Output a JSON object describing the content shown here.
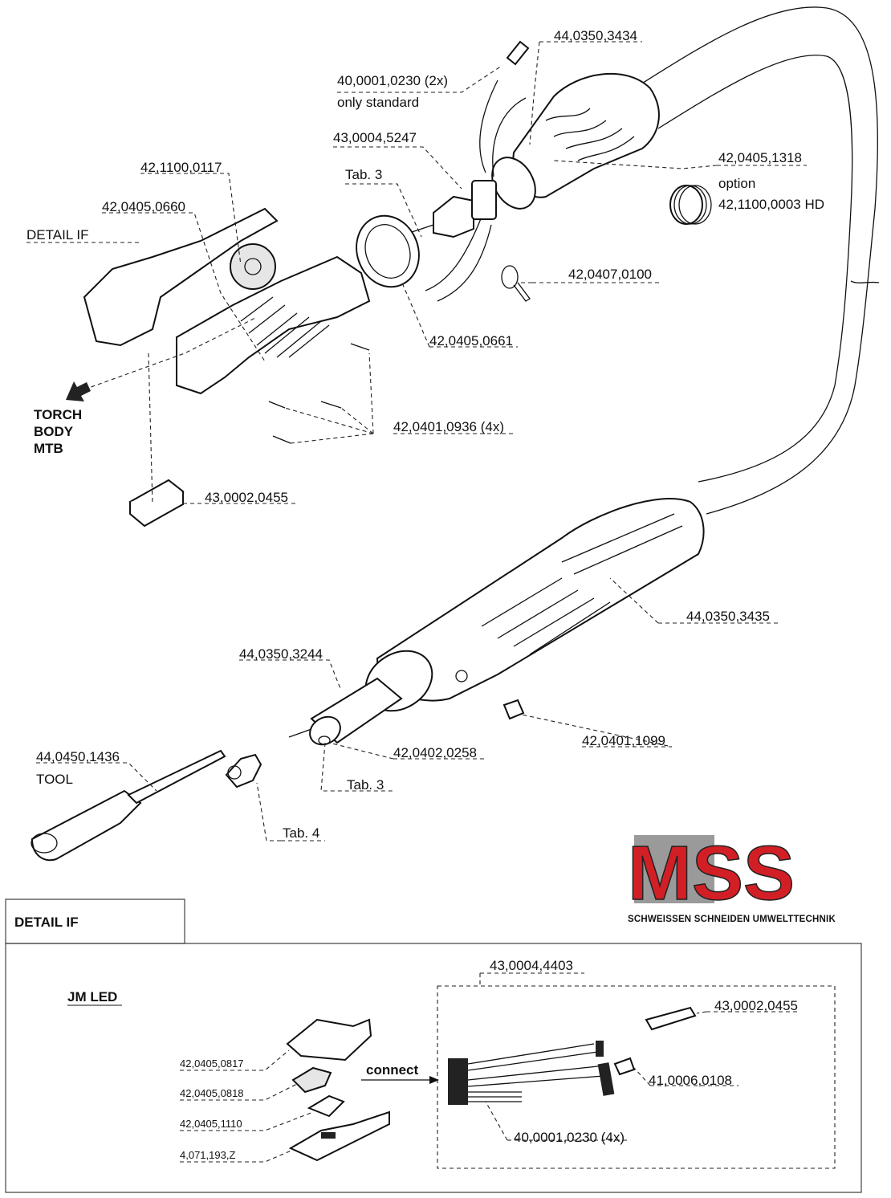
{
  "parts": {
    "p_44_0350_3434": "44,0350,3434",
    "p_40_0001_0230_2x": "40,0001,0230 (2x)",
    "only_standard": "only standard",
    "p_43_0004_5247": "43,0004,5247",
    "tab3_top": "Tab. 3",
    "p_42_1100_0117": "42,1100,0117",
    "p_42_0405_0660": "42,0405,0660",
    "detail_if_ref": "DETAIL IF",
    "p_42_0405_1318": "42,0405,1318",
    "option": "option",
    "p_42_1100_0003_hd": "42,1100,0003 HD",
    "p_42_0407_0100": "42,0407,0100",
    "p_42_0405_0661": "42,0405,0661",
    "torch_body_mtb": [
      "TORCH",
      "BODY",
      "MTB"
    ],
    "p_42_0401_0936_4x": "42,0401,0936 (4x)",
    "p_43_0002_0455_top": "43,0002,0455",
    "p_44_0350_3435": "44,0350,3435",
    "p_44_0350_3244": "44,0350,3244",
    "p_42_0401_1099": "42,0401,1099",
    "p_44_0450_1436": "44,0450,1436",
    "tool": "TOOL",
    "p_42_0402_0258": "42,0402,0258",
    "tab3_bottom": "Tab. 3",
    "tab4": "Tab. 4"
  },
  "logo": {
    "text": "MSS",
    "tagline": "SCHWEISSEN SCHNEIDEN UMWELTTECHNIK",
    "red": "#d21f26",
    "gray": "#9a9a9a"
  },
  "detail": {
    "title": "DETAIL IF",
    "jm_led": "JM LED",
    "p_43_0004_4403": "43,0004,4403",
    "p_43_0002_0455": "43,0002,0455",
    "connect": "connect",
    "p_41_0006_0108": "41,0006,0108",
    "p_40_0001_0230_4x": "40,0001,0230 (4x)",
    "p_42_0405_0817": "42,0405,0817",
    "p_42_0405_0818": "42,0405,0818",
    "p_42_0405_1110": "42,0405,1110",
    "p_4_071_193_z": "4,071,193,Z"
  }
}
